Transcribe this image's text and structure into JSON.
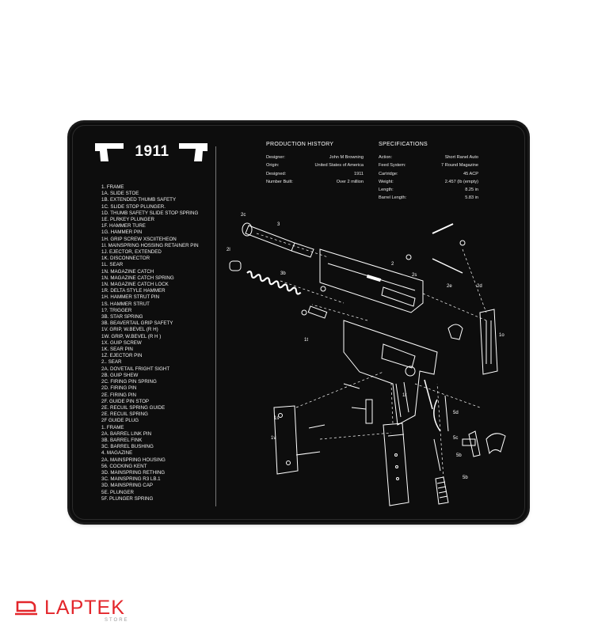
{
  "mat": {
    "title": "1911",
    "parts_list": [
      "1. FRAME",
      "1A. SLIDE STOE",
      "1B. EXTENDED THUMB SAFETY",
      "1C. SLIDE STOP PLUNGER.",
      "1D. THUMB SAFETY SLIDE STOP SPRING",
      "1E. PLRKEY PLUNGER",
      "1F. HAMMER TURE",
      "1G. HAMMER PIN",
      "1H. GRIP SCREW XSCIITEHEON",
      "1I. MAINSPRING HOSSING RETAINER PIN",
      "1J. EJECTOR, EXTENDED",
      "1K. DISCONNECTOR",
      "1L. SEAR",
      "1N. MAGAZINE CATCH",
      "1N. MAGAZINE CATCH SPRING",
      "1N. MAGAZINE CATCH LOCK",
      "1R. DELTA STYLE HAMMER",
      "1H. HAMMER STRUT PIN",
      "1S. HAMMER STRUT",
      "1?. TRIGGER",
      "3B. STAR SPRING",
      "3B. BEAVERTAIL GRIP SAFETY",
      "1V. GRIP, W.BEVEL (R H)",
      "1W. GRIP, W.BEVEL (R H )",
      "1X. GUIP SCREW",
      "1K. SEAR PIN",
      "1Z. EJECTOR PIN",
      "2.. SEAR",
      "2A. DOVETAIL FRIGHT SIGHT",
      "2B. GUIP SHEW",
      "2C. FIRING PIN SPRING",
      "2D. FIRING PIN",
      "2E. FIRING PIN",
      "2F. GUIDE PIN STOP",
      "2E. RECUIL SPRING GUIDE",
      "2E. RECUIL SPRING",
      "2F GUIDE PLUG",
      "1. FRAME",
      "2A. BARREL LINK PIN",
      "3B. BARREL FINK",
      "3C. BARREL BUSHING",
      "4. MAGAZINE",
      "2A. MAINSPRING HOUSING",
      "56. COCKING KENT",
      "3D. MAINSPRING RETHING",
      "3C. MAINSPRING R3 LB.1",
      "3D. MAINSPRING CAP",
      "5E. PLUNGER",
      "5F. PLUNGER SPRING"
    ],
    "production": {
      "heading": "PRODUCTION HISTORY",
      "rows": [
        {
          "label": "Designer:",
          "value": "John M Browning"
        },
        {
          "label": "Origin:",
          "value": "United States of America"
        },
        {
          "label": "Designed:",
          "value": "1911"
        },
        {
          "label": "Number Built:",
          "value": "Over 2 million"
        }
      ]
    },
    "specifications": {
      "heading": "SPECIFICATIONS",
      "rows": [
        {
          "label": "Action:",
          "value": "Short Ranel Auto"
        },
        {
          "label": "Feed System:",
          "value": "7 Round Magazine"
        },
        {
          "label": "Cartridge:",
          "value": "45 ACP"
        },
        {
          "label": "Weight:",
          "value": "2.457 (lb (empty)"
        },
        {
          "label": "Length:",
          "value": "8.25 in"
        },
        {
          "label": "Barrel Length:",
          "value": "5.83 in"
        }
      ]
    },
    "diagram_labels": [
      "2c",
      "3",
      "2l",
      "3b",
      "2",
      "1t",
      "2s",
      "1o",
      "1v",
      "1s",
      "5d",
      "5c",
      "5b",
      "5b",
      "2d",
      "2e",
      "1r"
    ]
  },
  "brand": {
    "name": "LAPTEK",
    "tagline": "STORE",
    "color": "#e3262b"
  },
  "colors": {
    "mat": "#0d0d0d",
    "ink": "#ffffff",
    "background": "#ffffff"
  }
}
